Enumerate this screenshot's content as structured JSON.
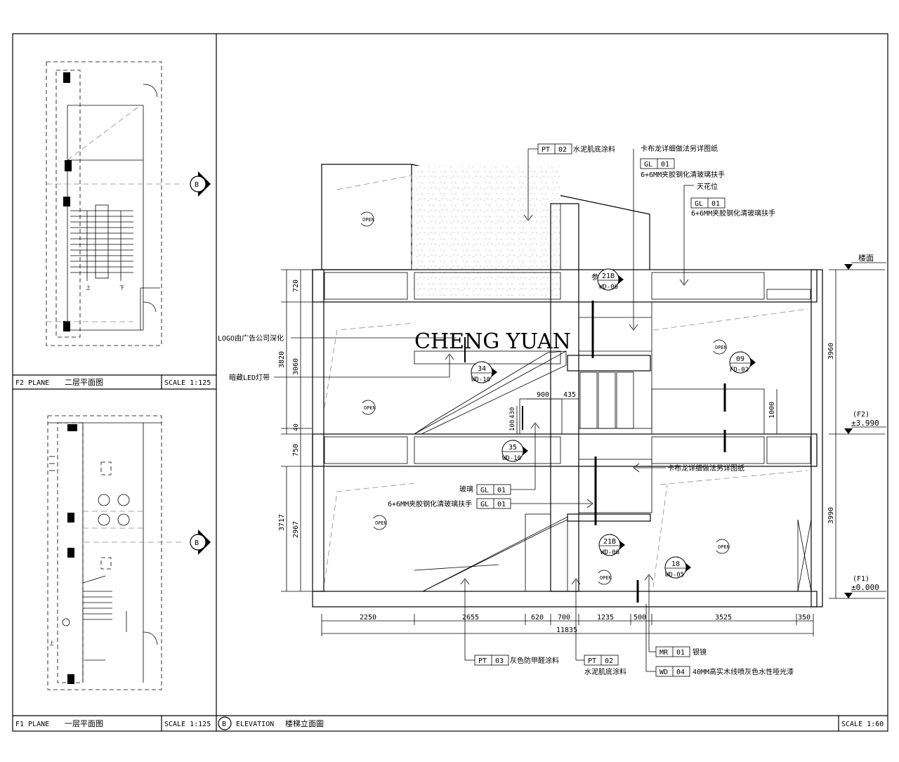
{
  "panels": {
    "f2": {
      "plane": "F2 PLANE",
      "title": "二层平面图",
      "scale": "SCALE 1:125"
    },
    "f1": {
      "plane": "F1 PLANE",
      "title": "一层平面图",
      "scale": "SCALE 1:125"
    },
    "elevation": {
      "marker": "B",
      "plane": "ELEVATION",
      "title": "楼梯立面圖",
      "scale": "SCALE 1:60"
    }
  },
  "section_marker": "B",
  "plan_labels": {
    "up": "上",
    "down": "下"
  },
  "logo_text": "CHENG YUAN",
  "open_label": "OPEN",
  "levels": {
    "floor": "楼面",
    "f2": {
      "tag": "(F2)",
      "value": "±3.990"
    },
    "f1": {
      "tag": "(F1)",
      "value": "±0.000"
    }
  },
  "callouts": {
    "pt02_top": {
      "code": "PT",
      "num": "02",
      "desc": "水泥肌底涂料"
    },
    "kabulong_top": "卡布龙详细做法另详图纸",
    "gl01_a": {
      "code": "GL",
      "num": "01",
      "desc": "6+6MM夹胶钢化清玻璃扶手"
    },
    "ceiling": "天花位",
    "gl01_b": {
      "code": "GL",
      "num": "01",
      "desc": "6+6MM夹胶钢化清玻璃扶手"
    },
    "logo_note": "LOGO由广告公司深化",
    "led_note": "暗藏LED灯带",
    "kabulong_mid": "卡布龙详细做法另详图纸",
    "glass_label": "玻璃",
    "gl01_c": {
      "code": "GL",
      "num": "01"
    },
    "gl01_d_desc": "6+6MM夹胶钢化清玻璃扶手",
    "gl01_d": {
      "code": "GL",
      "num": "01"
    },
    "pt03": {
      "code": "PT",
      "num": "03",
      "desc": "灰色防甲醛涂料"
    },
    "pt02_bottom": {
      "code": "PT",
      "num": "02",
      "desc": "水泥肌底涂料"
    },
    "mr01": {
      "code": "MR",
      "num": "01",
      "desc": "银镜"
    },
    "wd04": {
      "code": "WD",
      "num": "04",
      "desc": "40MM高实木线喷灰色水性哑光漆"
    },
    "can": "参"
  },
  "detail_tags": {
    "t21b_top": {
      "num": "21B",
      "ref": "WD-06"
    },
    "t34": {
      "num": "34",
      "ref": "WD-10"
    },
    "t09": {
      "num": "09",
      "ref": "FD-02"
    },
    "t35": {
      "num": "35",
      "ref": "WD-10"
    },
    "t21b_bottom": {
      "num": "21B",
      "ref": "WD-06"
    },
    "t18": {
      "num": "18",
      "ref": "WD-05"
    }
  },
  "dims_horizontal": [
    "2250",
    "2655",
    "620",
    "700",
    "1235",
    "500",
    "3525",
    "350"
  ],
  "dim_total": "11835",
  "dims_vertical_left": [
    "720",
    "3820",
    "3060",
    "40",
    "750",
    "3717",
    "2967"
  ],
  "dims_vertical_right": [
    "3960",
    "3990"
  ],
  "dims_misc": [
    "900",
    "435",
    "100",
    "430",
    "1000"
  ]
}
